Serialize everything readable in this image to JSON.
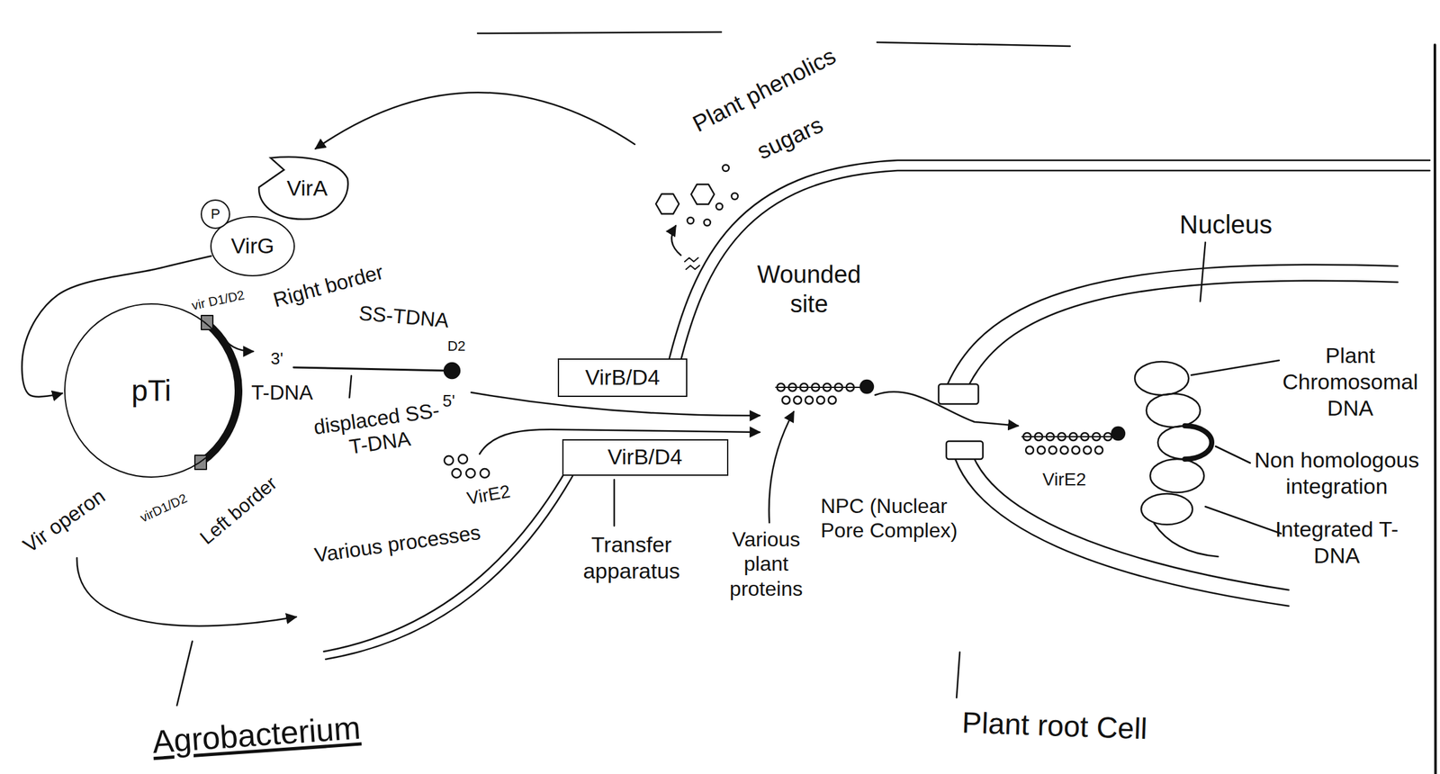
{
  "diagram": {
    "nodes": [
      {
        "text": [
          "VirA"
        ]
      },
      {
        "text": [
          "P"
        ]
      },
      {
        "text": [
          "VirG"
        ]
      },
      {
        "text": [
          "pTi"
        ]
      },
      {
        "text": [
          "VirB/D4"
        ]
      },
      {
        "text": [
          "VirB/D4"
        ]
      }
    ],
    "edges": [
      {
        "from": 2,
        "to": 3,
        "arrow": "to"
      }
    ],
    "labels": [
      "Plant phenolics",
      "sugars",
      "Wounded site",
      "Nucleus",
      "vir D1/D2",
      "Right border",
      "SS-TDNA",
      "D2",
      "3'",
      "T-DNA",
      "5'",
      "displaced SS-T-DNA",
      "VirE2",
      "Plant Chromosomal DNA",
      "Non homologous integration",
      "Integrated T-DNA",
      "Vir operon",
      "virD1/D2",
      "Left border",
      "Various processes",
      "Transfer apparatus",
      "Various plant proteins",
      "NPC (Nuclear Pore Complex)",
      "VirE2",
      "Agrobacterium",
      "Plant root Cell"
    ]
  }
}
